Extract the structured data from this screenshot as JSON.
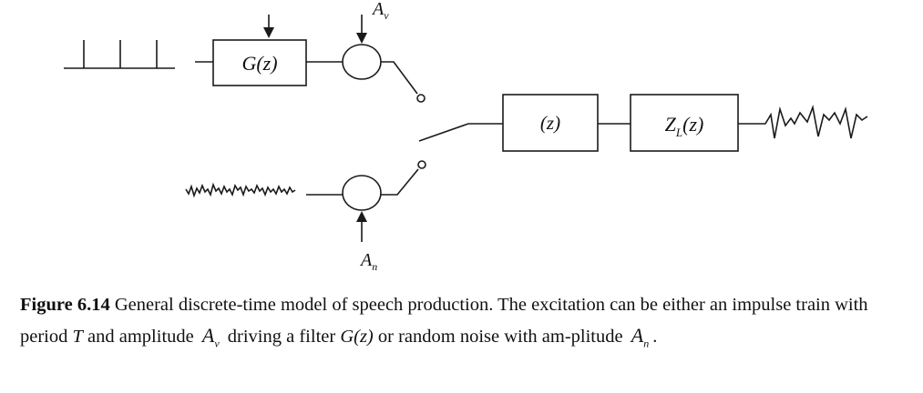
{
  "diagram": {
    "blocks": {
      "glottal_filter": "G(z)",
      "vocal_tract": "(z)",
      "radiation": "ZL(z)"
    },
    "labels": {
      "voiced_gain": "Av",
      "noise_gain": "An"
    }
  },
  "caption": {
    "figure_number": "Figure 6.14",
    "text_1": "General discrete-time model of speech production. The excitation can be either an impulse train with period",
    "period_symbol": "T",
    "text_2": "and amplitude",
    "amp_voiced_base": "A",
    "amp_voiced_sub": "v",
    "text_3": "driving a filter",
    "filter_symbol": "G(z)",
    "text_4": "or random noise with am-plitude",
    "amp_noise_base": "A",
    "amp_noise_sub": "n",
    "text_5": "."
  }
}
